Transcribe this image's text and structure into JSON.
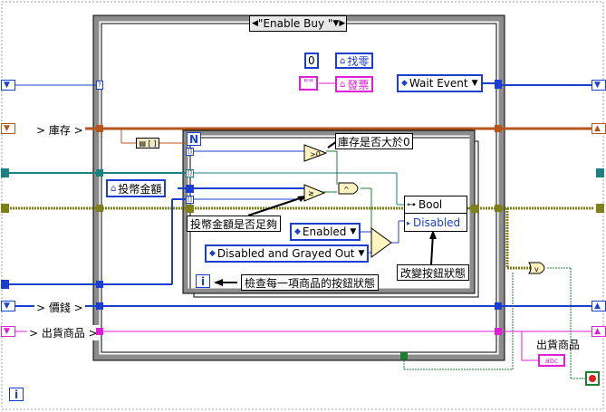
{
  "case_selector": {
    "label": "\"Enable Buy \""
  },
  "constants": {
    "zero": "0",
    "change_label": "找零",
    "empty_string": "\"\"",
    "invoice_label": "發票",
    "wait_event": "Wait Event",
    "coin_amount": "投幣金額",
    "enabled": "Enabled",
    "disabled_grayed": "Disabled and Grayed Out",
    "bool_label": "Bool",
    "disabled_label": "Disabled",
    "loop_n": "N",
    "loop_i": "i",
    "outer_i": "i",
    "output_label": "出貨商品",
    "string_indicator": "abc"
  },
  "shift_registers": {
    "stock": "> 庫存 >",
    "price": "> 價錢 >",
    "goods": "> 出貨商品 >"
  },
  "comments": {
    "stock_gt_zero": "庫存是否大於0",
    "coin_enough": "投幣金額是否足夠",
    "check_each": "檢查每一項商品的按鈕狀態",
    "change_state": "改變按鈕狀態"
  },
  "colors": {
    "blue_wire": "#1a3fd0",
    "orange_wire": "#b5561c",
    "teal_wire": "#1a8080",
    "olive_wire": "#7f7f1a",
    "pink_wire": "#e020d8",
    "green_wire": "#1a8030",
    "frame_gray": "#8c8c8c"
  }
}
